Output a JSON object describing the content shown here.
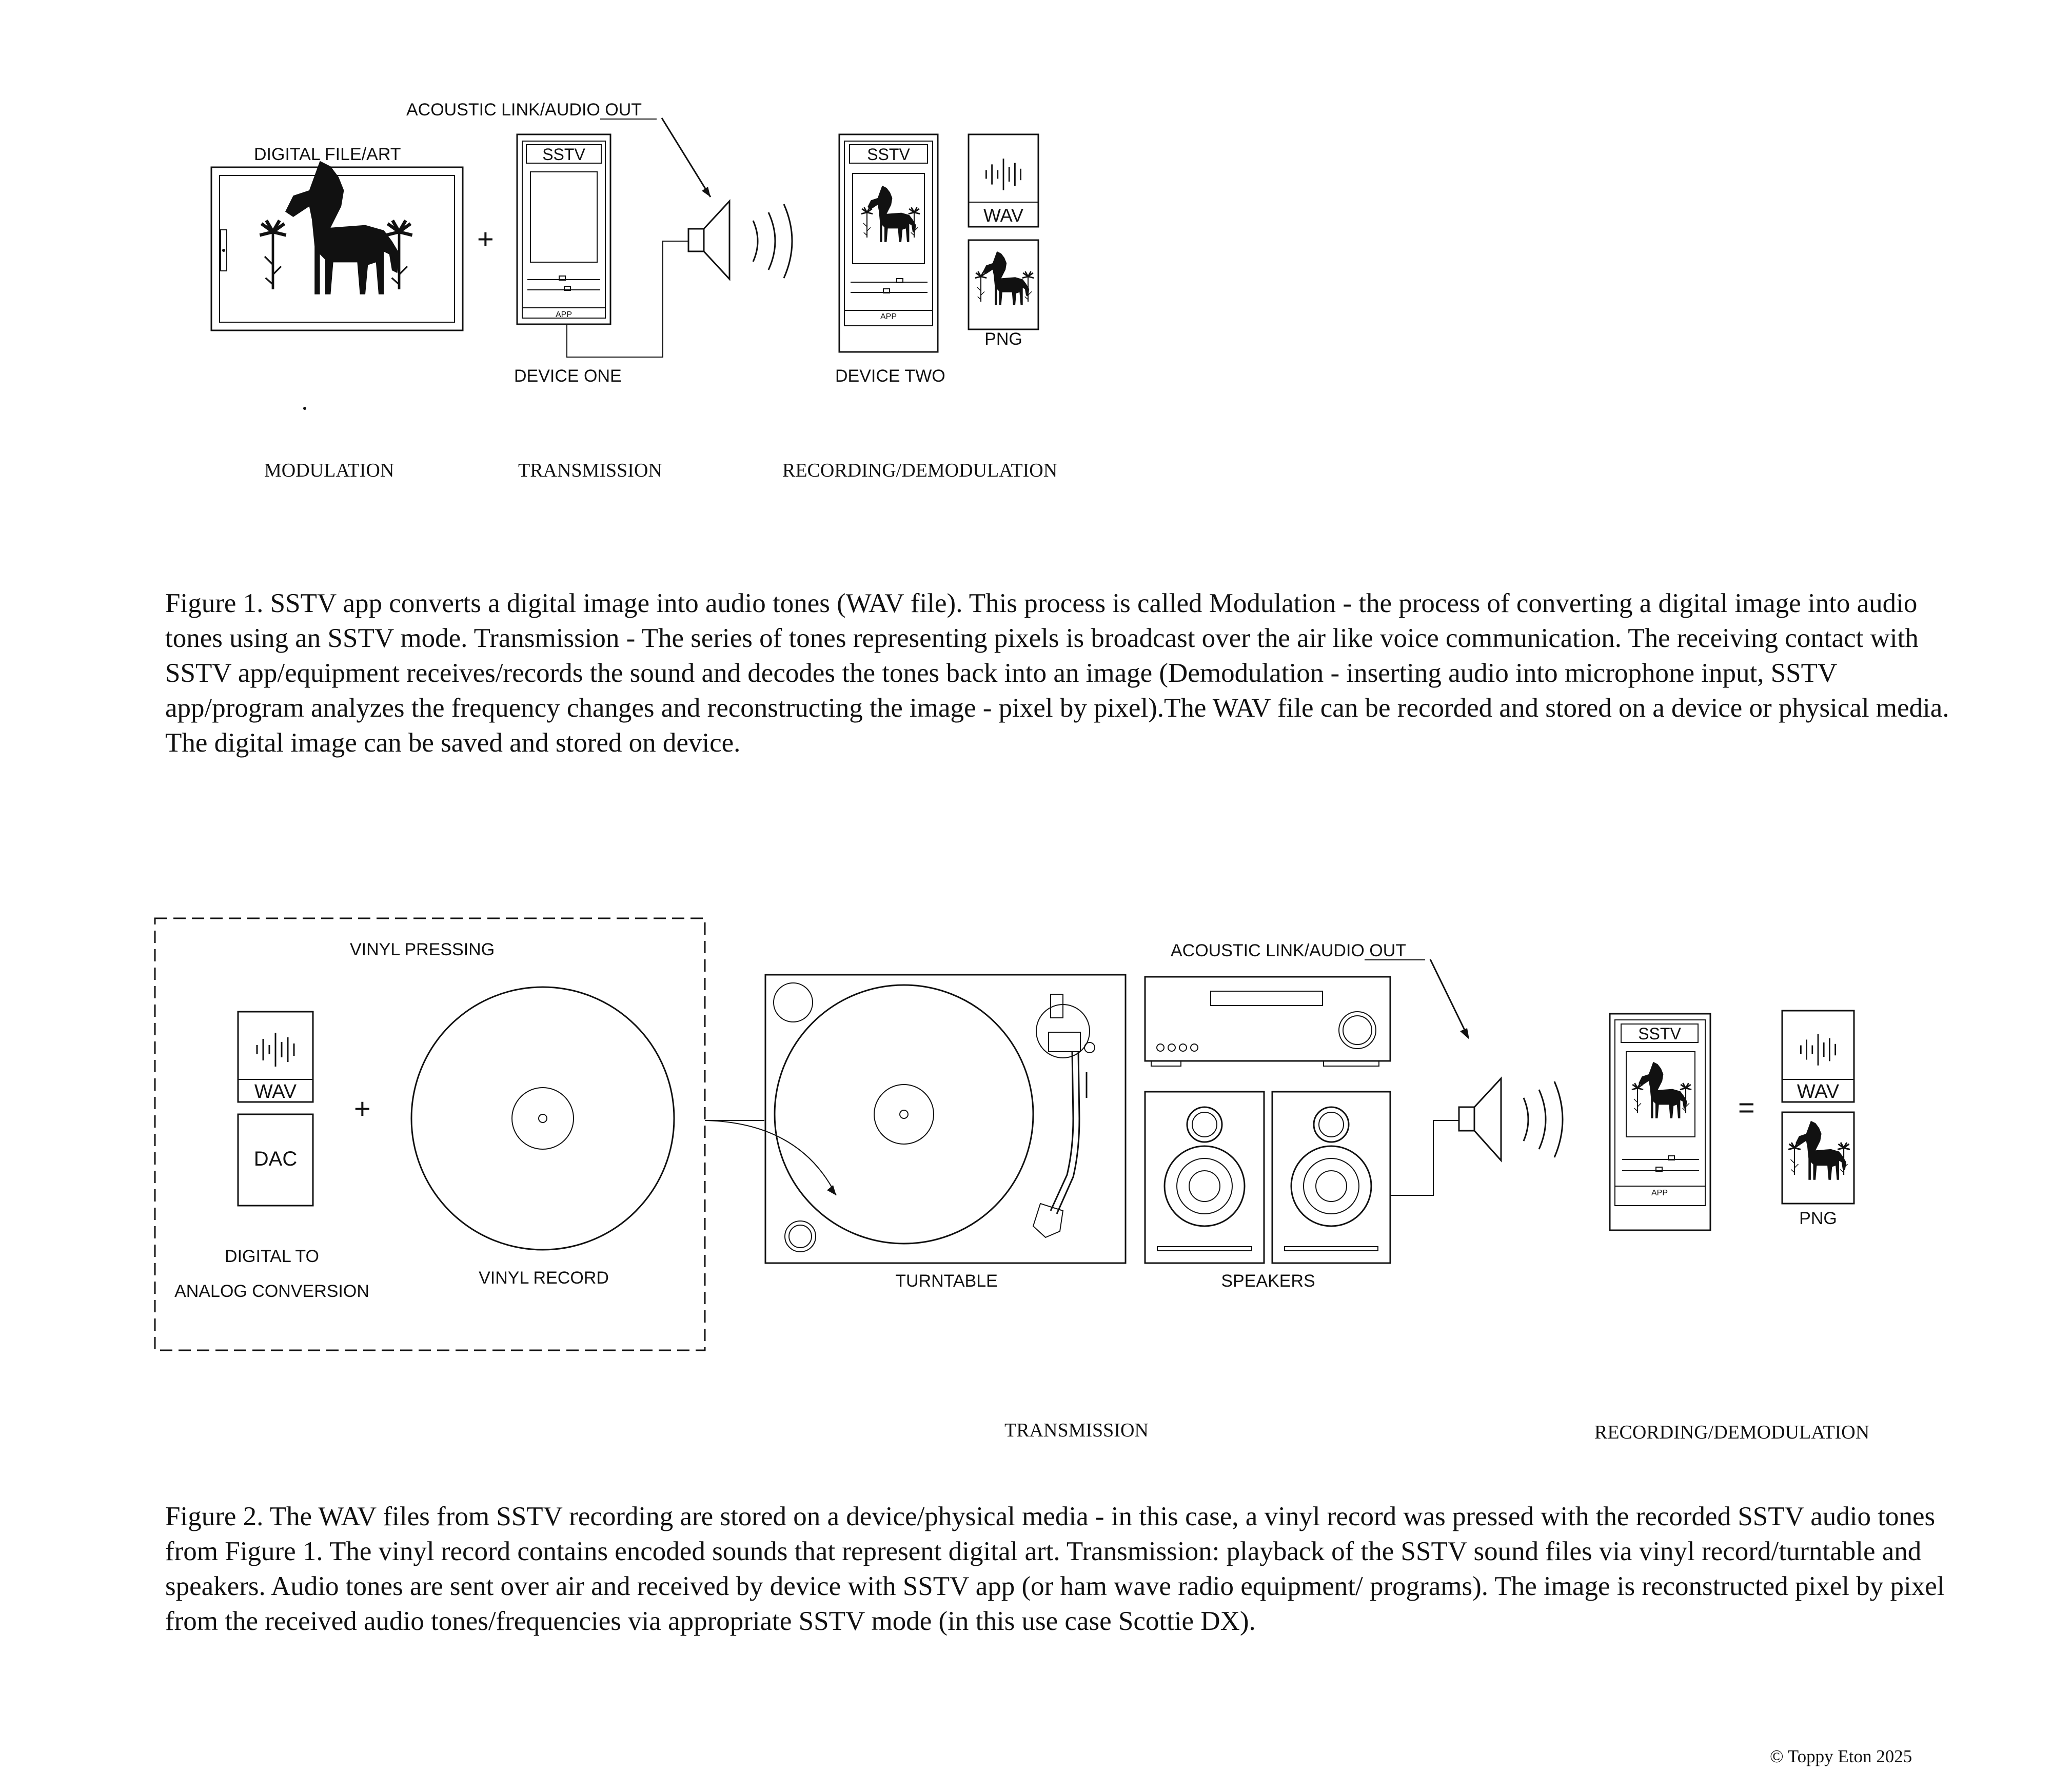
{
  "figure1": {
    "acoustic_label": "ACOUSTIC LINK/AUDIO OUT",
    "digital_file_label": "DIGITAL FILE/ART",
    "plus_sign": "+",
    "device_one": {
      "screen_label": "SSTV",
      "app_label": "APP",
      "caption": "DEVICE ONE"
    },
    "device_two": {
      "screen_label": "SSTV",
      "app_label": "APP",
      "caption": "DEVICE TWO"
    },
    "wav_label": "WAV",
    "png_label": "PNG",
    "stages": [
      "MODULATION",
      "TRANSMISSION",
      "RECORDING/DEMODULATION"
    ],
    "caption": "Figure 1. SSTV app converts a digital image into audio tones (WAV file).  This process is called Modulation - the process of converting a digital image into audio tones using an SSTV mode. Transmission  - The series of tones representing pixels is broadcast over the air like voice communication. The receiving contact with SSTV app/equipment receives/records the sound and decodes the tones back into an image (Demodulation - inserting audio into microphone input, SSTV app/program analyzes the frequency changes and reconstructing the image - pixel by pixel).The WAV file can be recorded and stored on a device or physical media. The digital image can be saved and stored on device."
  },
  "figure2": {
    "vinyl_pressing_label": "VINYL PRESSING",
    "wav_label": "WAV",
    "dac_label": "DAC",
    "plus_sign": "+",
    "dac_caption_line1": "DIGITAL TO",
    "dac_caption_line2": "ANALOG CONVERSION",
    "vinyl_record_label": "VINYL RECORD",
    "turntable_label": "TURNTABLE",
    "speakers_label": "SPEAKERS",
    "acoustic_label": "ACOUSTIC LINK/AUDIO OUT",
    "device": {
      "screen_label": "SSTV",
      "app_label": "APP"
    },
    "equals_sign": "=",
    "wav_label_right": "WAV",
    "png_label": "PNG",
    "stages": [
      "TRANSMISSION",
      "RECORDING/DEMODULATION"
    ],
    "caption": " Figure 2. The WAV files from SSTV recording are stored on a device/physical media - in this case, a vinyl record was pressed with the recorded SSTV audio tones from Figure 1. The vinyl record contains encoded sounds that represent digital art. Transmission: playback of the SSTV sound files via vinyl record/turntable and speakers. Audio tones are sent over air and received by device with SSTV app (or ham wave radio equipment/ programs). The image is reconstructed pixel by pixel from the received audio tones/frequencies via appropriate SSTV mode (in this use case Scottie DX)."
  },
  "credit": "© Toppy Eton 2025"
}
